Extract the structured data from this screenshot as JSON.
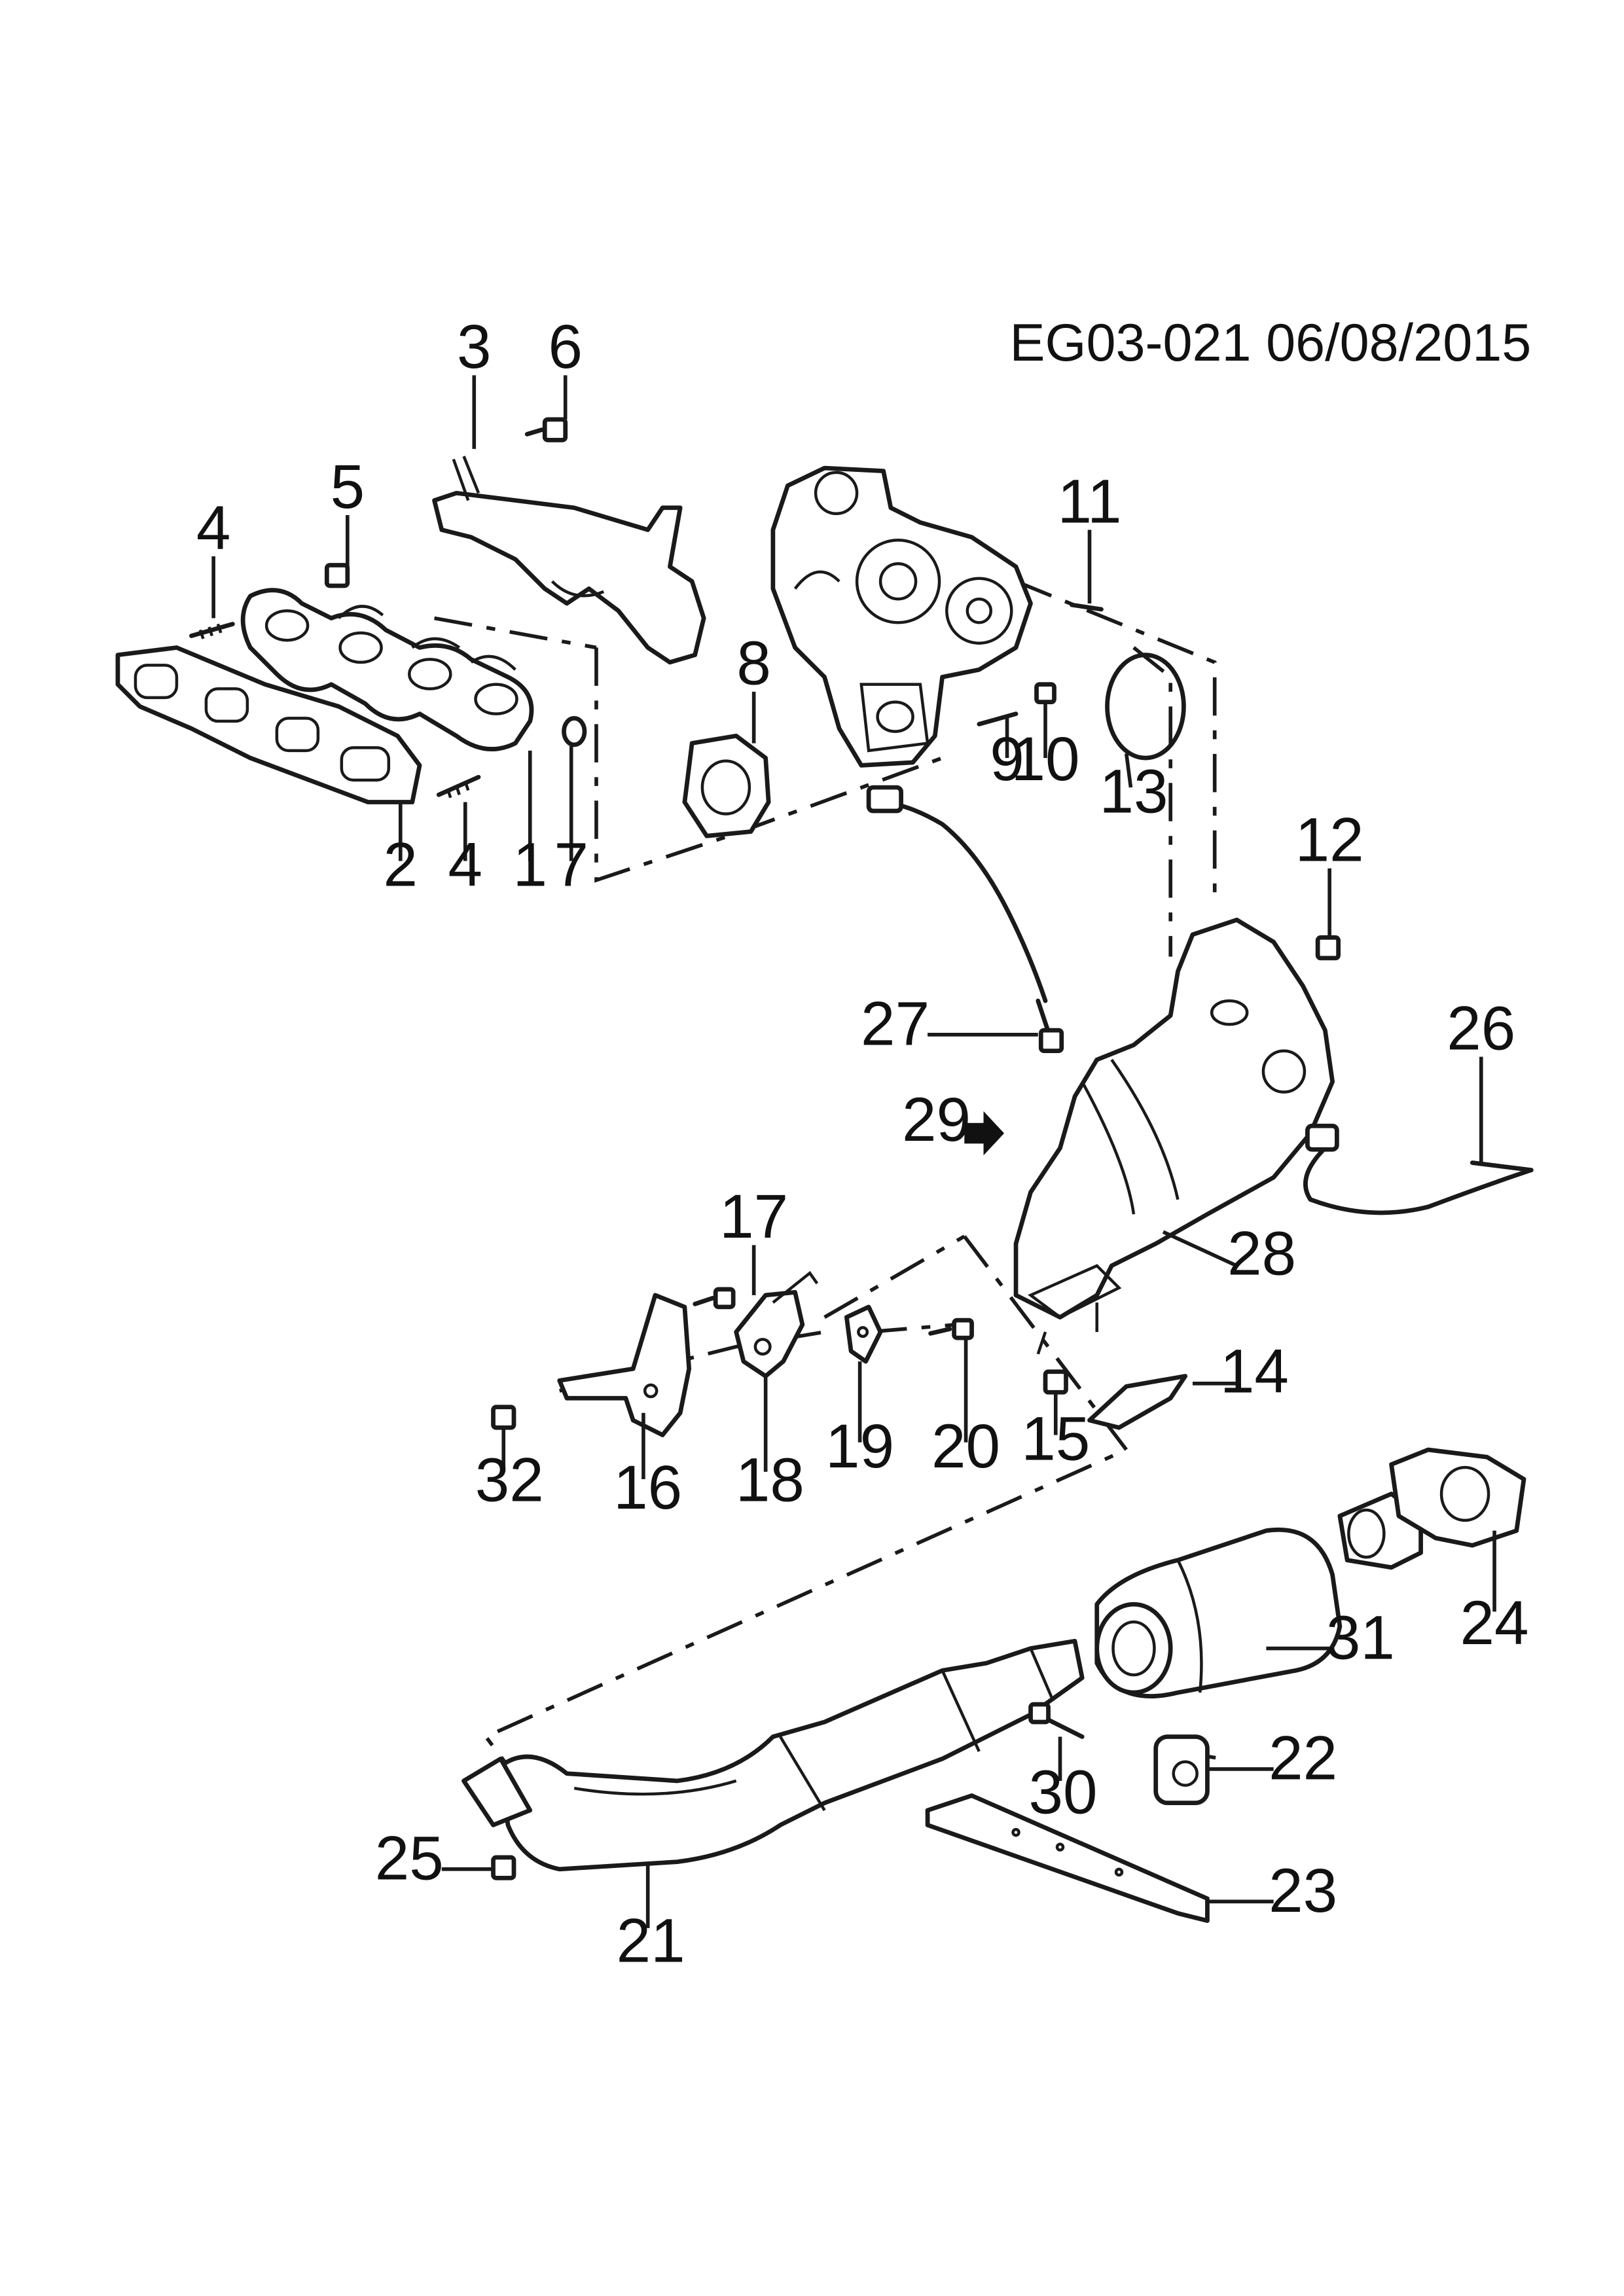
{
  "header": {
    "code": "EG03-021 06/08/2015"
  },
  "callouts": {
    "c1": "1",
    "c2": "2",
    "c3": "3",
    "c4a": "4",
    "c4b": "4",
    "c5": "5",
    "c6": "6",
    "c7": "7",
    "c8": "8",
    "c9": "9",
    "c10": "10",
    "c11": "11",
    "c12": "12",
    "c13": "13",
    "c14": "14",
    "c15": "15",
    "c16": "16",
    "c17": "17",
    "c18": "18",
    "c19": "19",
    "c20": "20",
    "c21": "21",
    "c22": "22",
    "c23": "23",
    "c24": "24",
    "c25": "25",
    "c26": "26",
    "c27": "27",
    "c28": "28",
    "c29": "29",
    "c30": "30",
    "c31": "31",
    "c32": "32"
  },
  "icons": {
    "view_arrow": "arrow-right-icon"
  }
}
